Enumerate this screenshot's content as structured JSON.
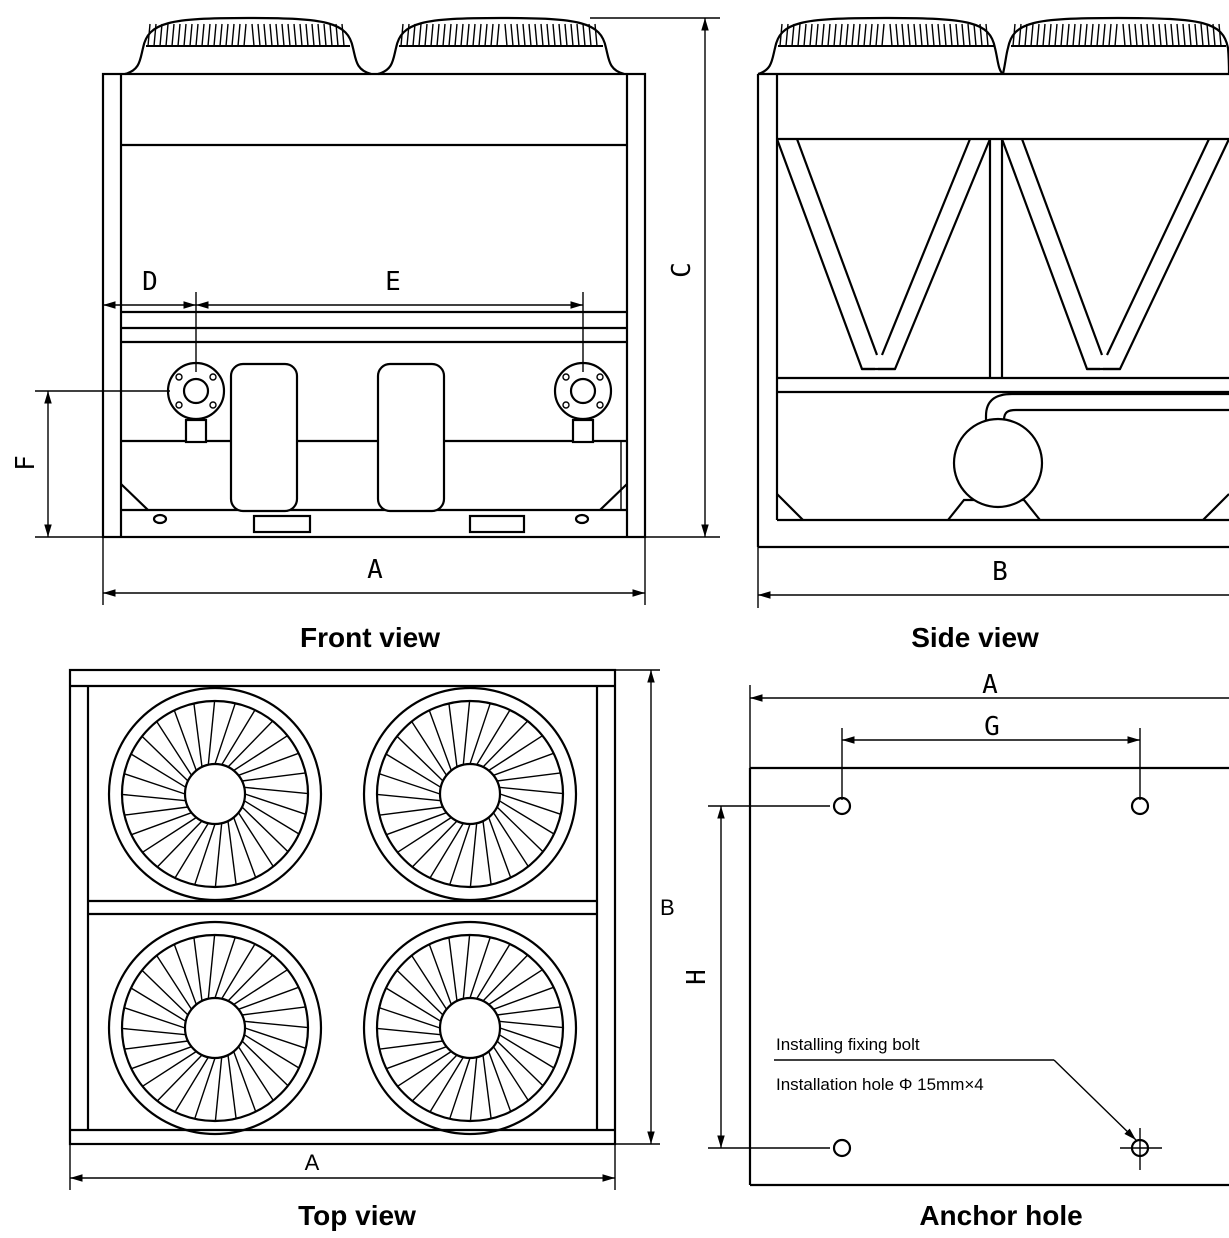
{
  "captions": {
    "front": "Front view",
    "side": "Side view",
    "top": "Top view",
    "anchor": "Anchor hole"
  },
  "dimensions": {
    "front": {
      "A": "A",
      "C": "C",
      "D": "D",
      "E": "E",
      "F": "F"
    },
    "side": {
      "B": "B"
    },
    "top": {
      "A": "A",
      "B": "B"
    },
    "anchor": {
      "A": "A",
      "G": "G",
      "H": "H"
    }
  },
  "notes": {
    "bolt": "Installing fixing bolt",
    "hole": "Installation hole Φ 15mm×4"
  },
  "icons": [
    "fan-icon",
    "flange-icon",
    "compressor-icon",
    "pump-icon",
    "anchor-hole-icon"
  ],
  "colors": {
    "line": "#000000",
    "background": "#ffffff"
  }
}
